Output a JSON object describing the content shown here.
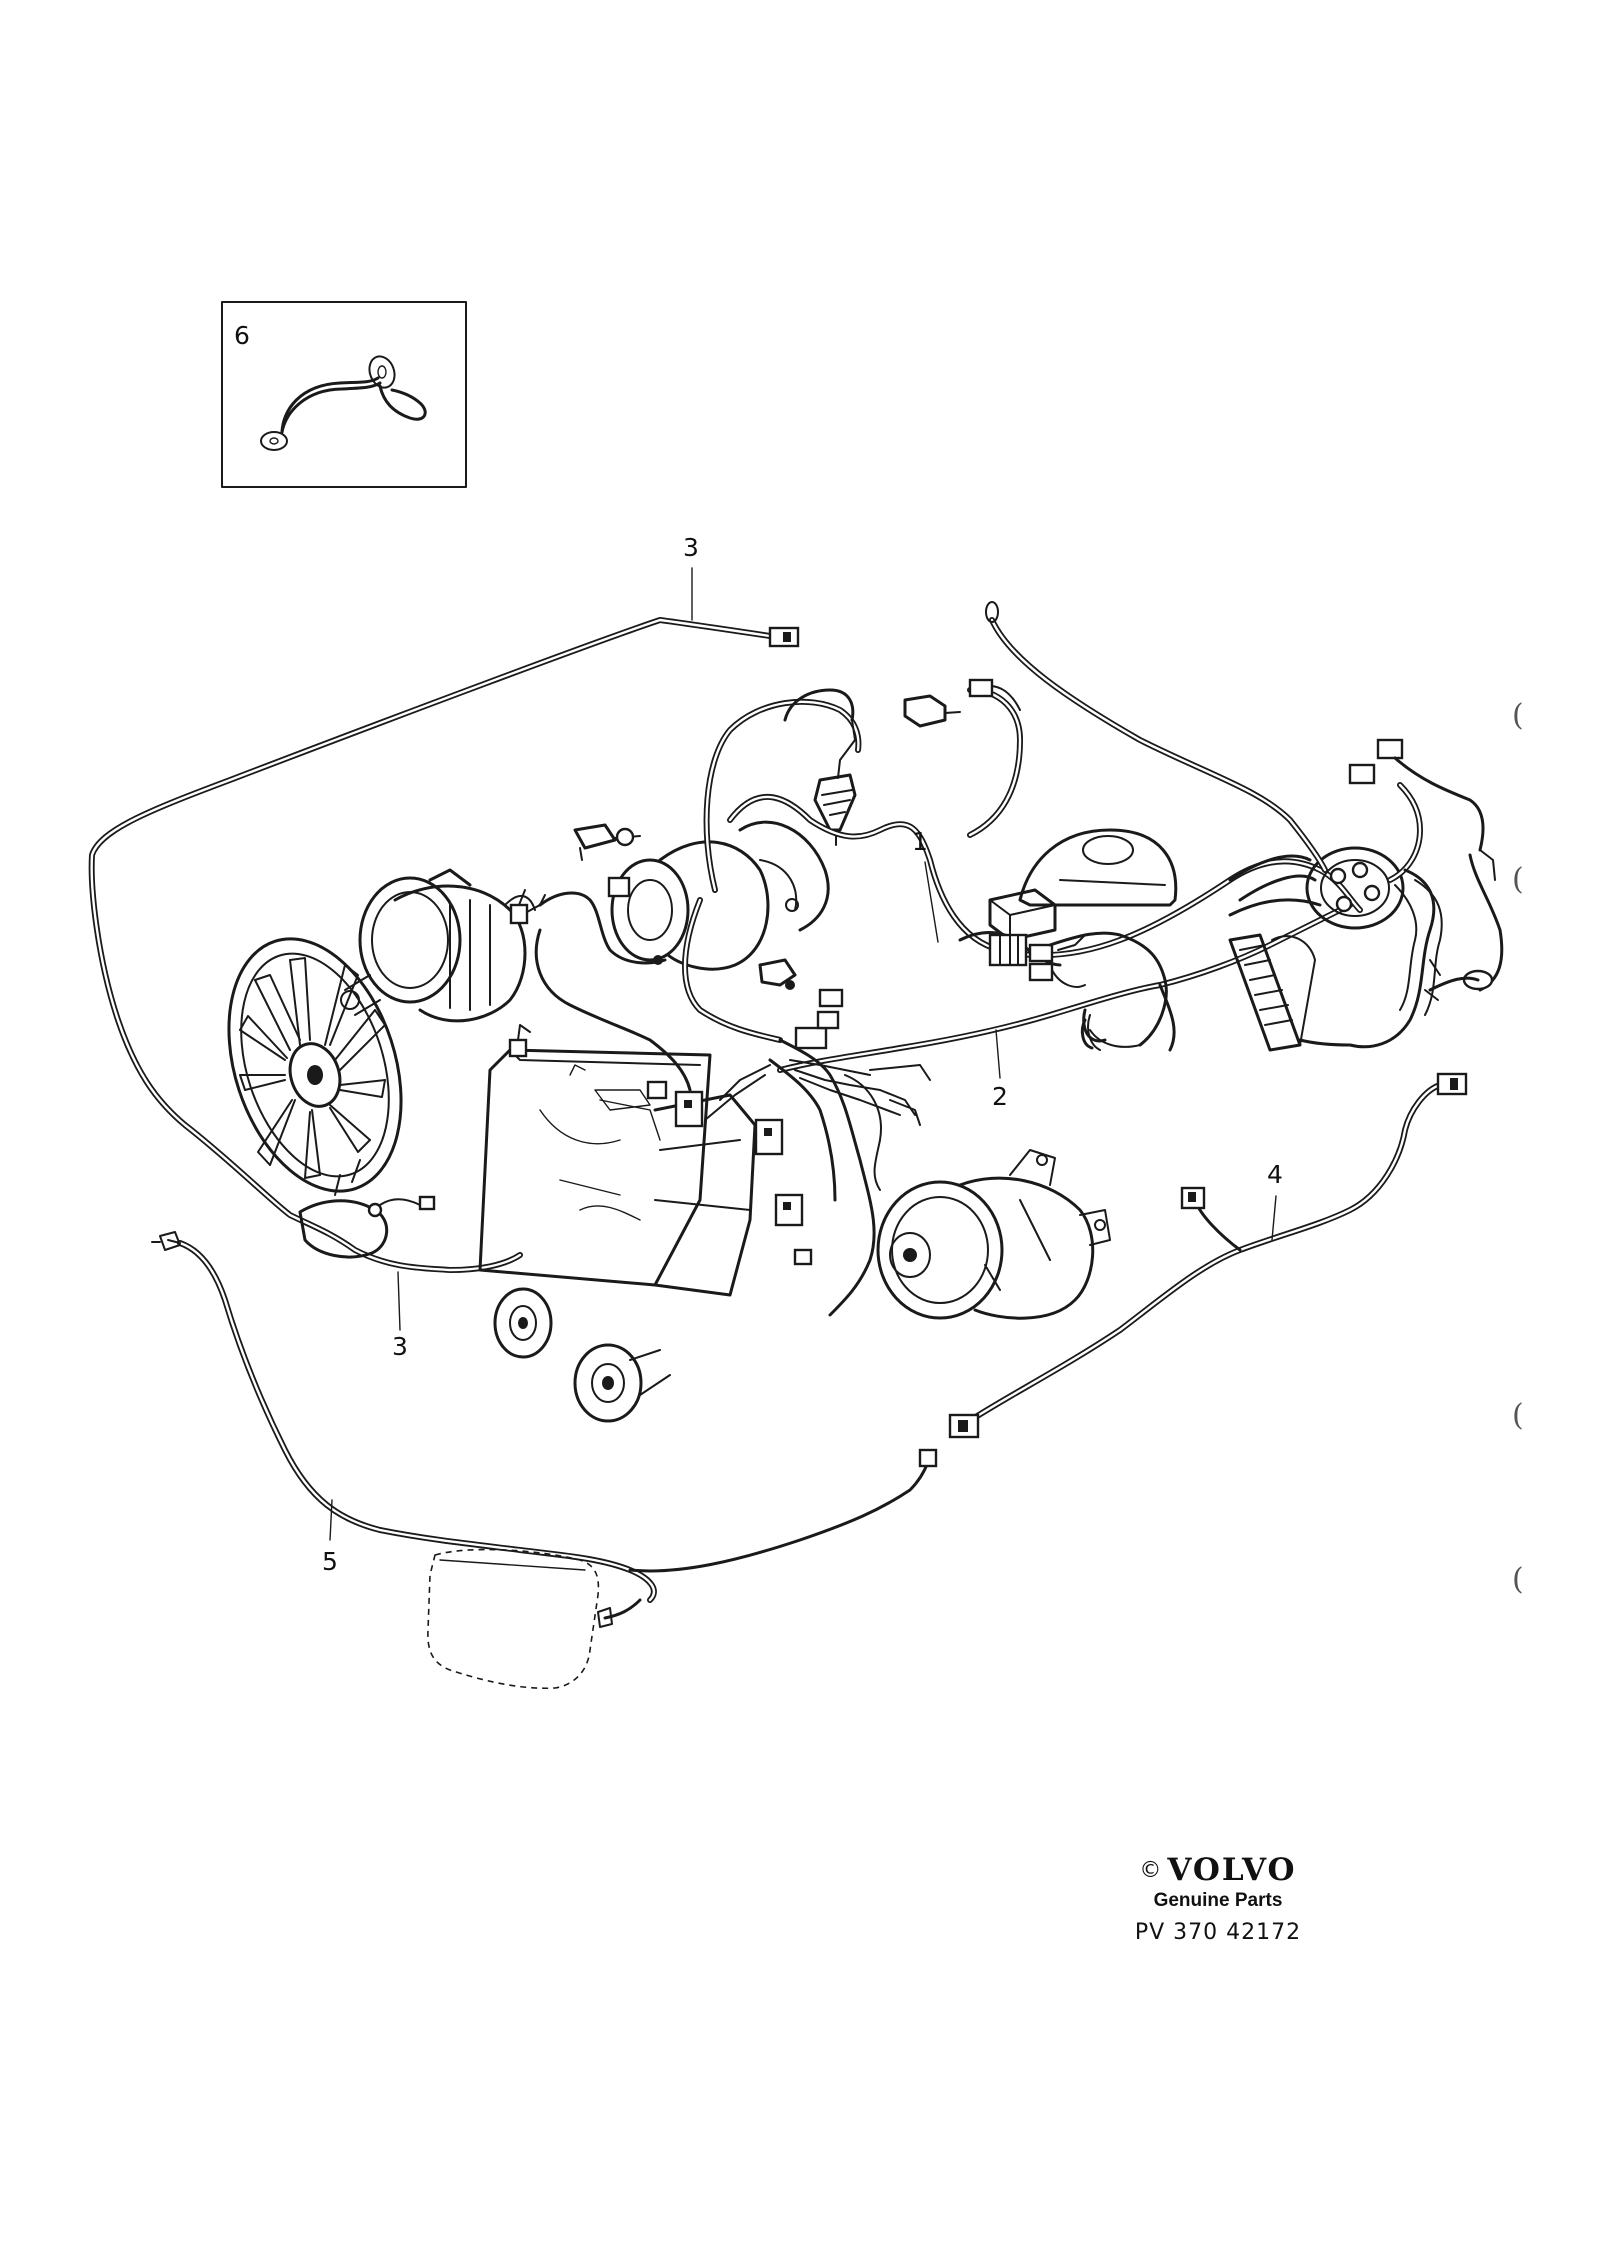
{
  "diagram": {
    "callouts": [
      {
        "id": "6",
        "label": "6"
      },
      {
        "id": "3a",
        "label": "3"
      },
      {
        "id": "1",
        "label": "1"
      },
      {
        "id": "2",
        "label": "2"
      },
      {
        "id": "3b",
        "label": "3"
      },
      {
        "id": "4",
        "label": "4"
      },
      {
        "id": "5",
        "label": "5"
      }
    ]
  },
  "branding": {
    "copyright_symbol": "©",
    "wordmark": "VOLVO",
    "tagline": "Genuine Parts",
    "part_number": "PV 370 42172"
  },
  "margin_marks": [
    "(",
    "(",
    "(",
    "("
  ]
}
